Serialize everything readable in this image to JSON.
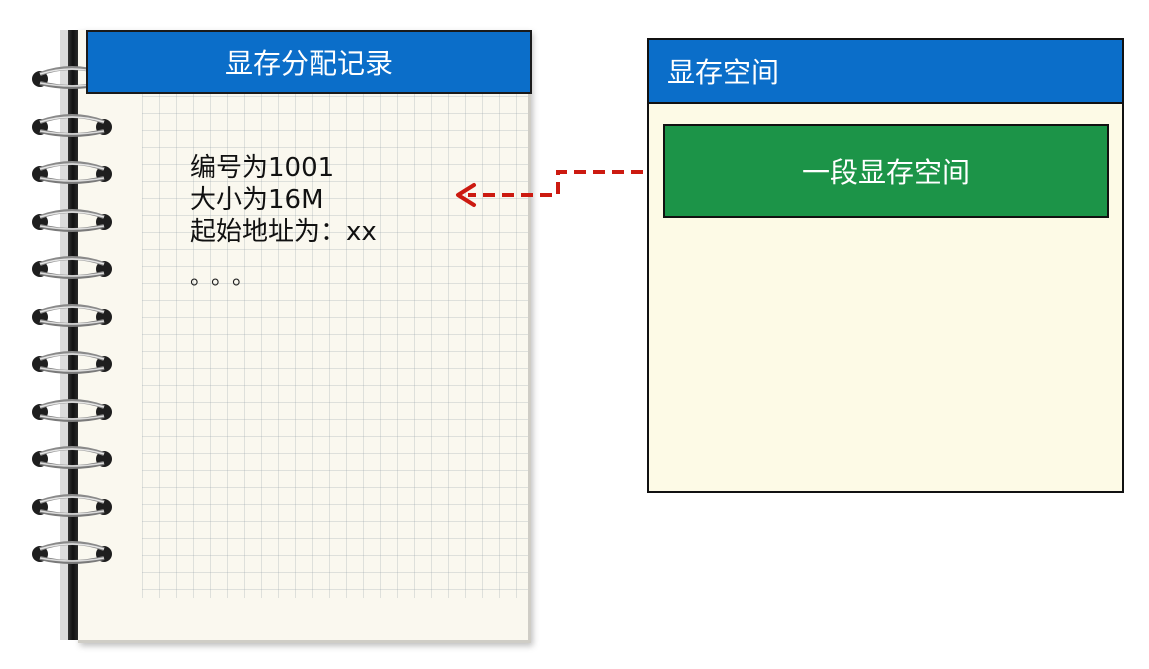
{
  "notebook": {
    "header": "显存分配记录",
    "lines": [
      "编号为1001",
      "大小为16M",
      "起始地址为：xx"
    ],
    "ellipsis": "。。。"
  },
  "memory_space": {
    "header": "显存空间",
    "segment": "一段显存空间"
  },
  "colors": {
    "header_blue": "#0b6ec9",
    "segment_green": "#1c9448",
    "arrow_red": "#cc1a10",
    "memory_bg": "#fdfae6",
    "notebook_bg": "#faf8ef"
  },
  "icons": [
    "spiral-ring-icon",
    "dashed-arrow-icon"
  ]
}
